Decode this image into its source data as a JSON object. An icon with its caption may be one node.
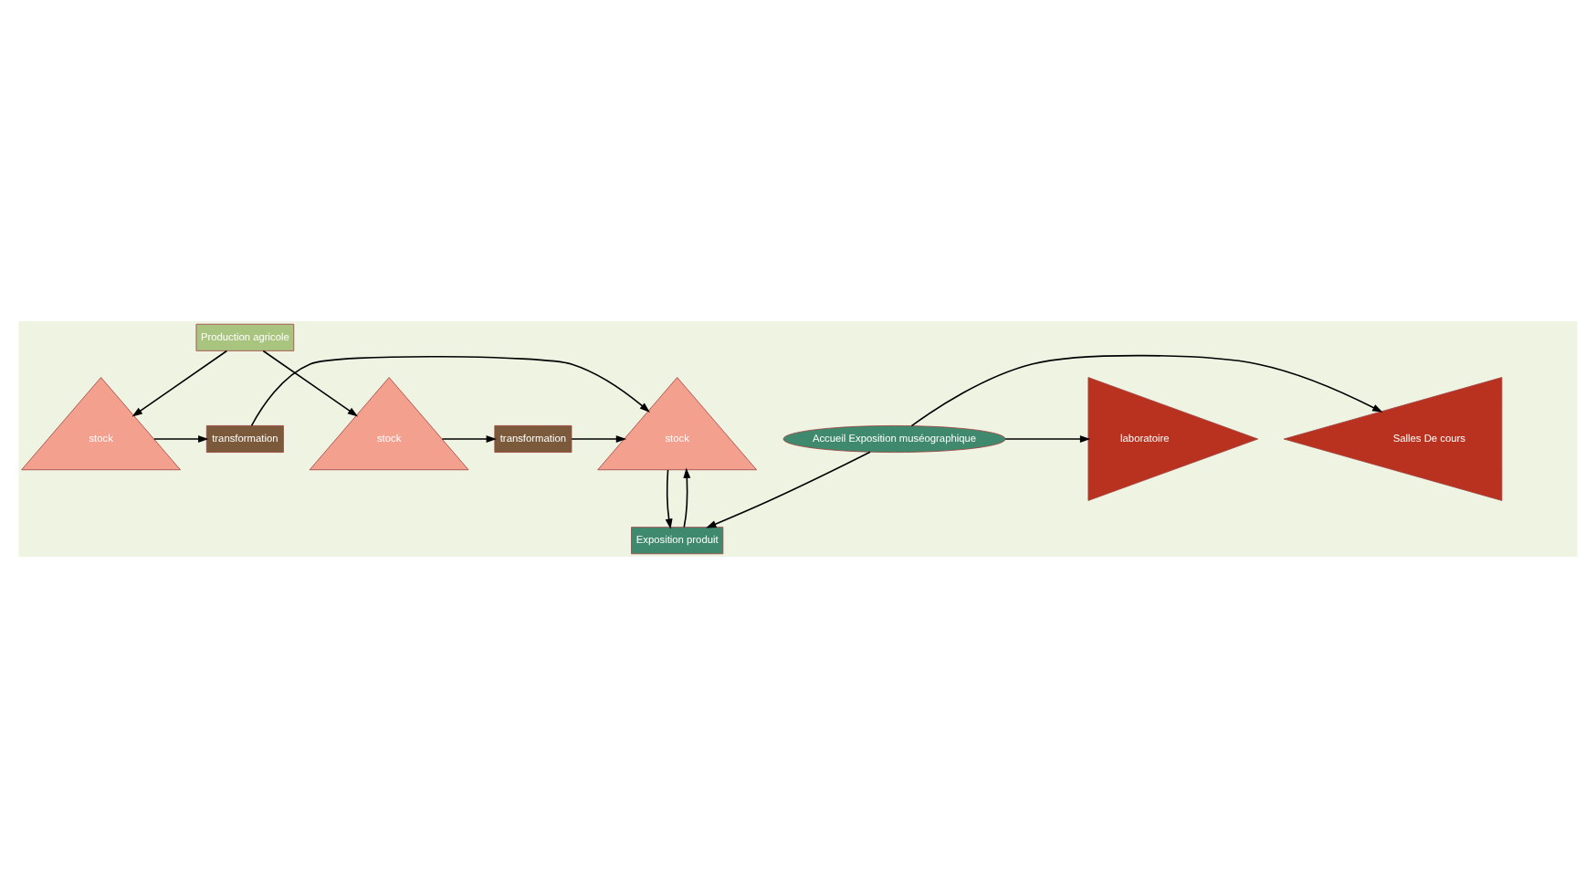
{
  "diagram": {
    "nodes": [
      {
        "text": [
          "Production agricole"
        ]
      },
      {
        "text": [
          "stock"
        ]
      },
      {
        "text": [
          "transformation"
        ]
      },
      {
        "text": [
          "stock"
        ]
      },
      {
        "text": [
          "transformation"
        ]
      },
      {
        "text": [
          "stock"
        ]
      },
      {
        "text": [
          "Exposition produit"
        ]
      },
      {
        "text": [
          "Accueil Exposition muséographique"
        ]
      },
      {
        "text": [
          "Salles De cours"
        ]
      },
      {
        "text": [
          "laboratoire"
        ]
      }
    ],
    "edges": [
      {
        "from": 0,
        "to": 1,
        "arrow": "to"
      },
      {
        "from": 0,
        "to": 5,
        "arrow": "to"
      },
      {
        "from": 1,
        "to": 2,
        "arrow": "to"
      },
      {
        "from": 2,
        "to": 3,
        "arrow": "to"
      },
      {
        "from": 4,
        "to": 3,
        "arrow": "to"
      },
      {
        "from": 5,
        "to": 4,
        "arrow": "to"
      },
      {
        "from": 3,
        "to": 6,
        "arrow": "to"
      },
      {
        "from": 6,
        "to": 3,
        "arrow": "to"
      },
      {
        "from": 7,
        "to": 6,
        "arrow": "to"
      },
      {
        "from": 7,
        "to": 8,
        "arrow": "to"
      },
      {
        "from": 7,
        "to": 9,
        "arrow": "to"
      }
    ]
  }
}
